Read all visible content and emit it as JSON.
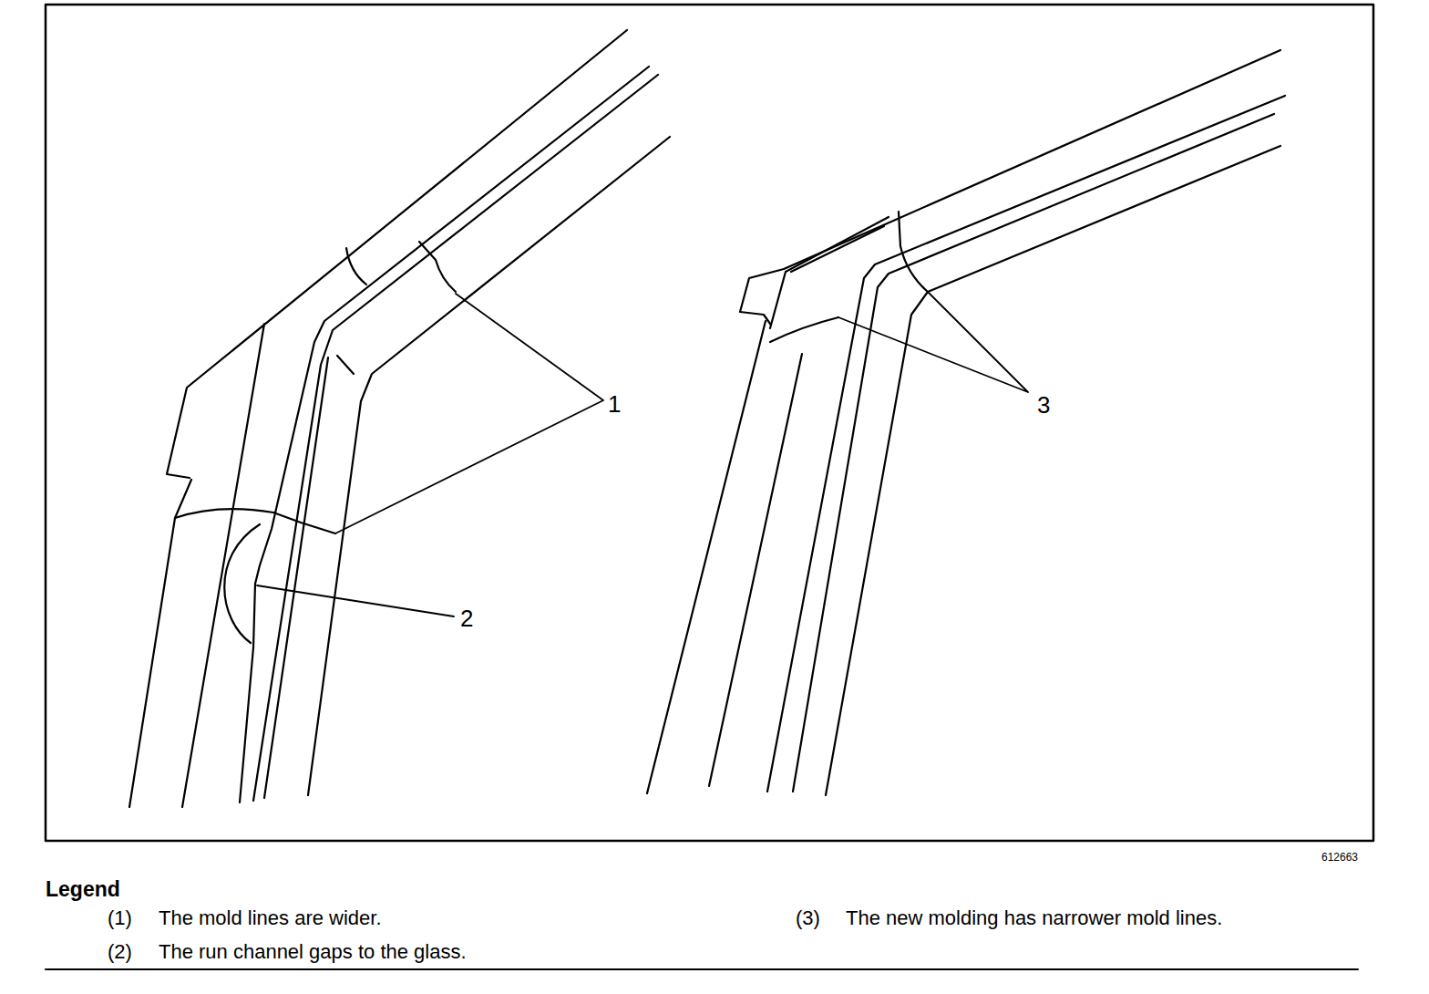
{
  "diagram": {
    "labels": [
      "1",
      "2",
      "3",
      "612663",
      "Legend",
      "(1)",
      "(2)",
      "(3)"
    ],
    "legend": [
      {
        "text": "The mold lines are wider."
      },
      {
        "text": "The run channel gaps to the glass."
      },
      {
        "text": "The new molding has narrower mold lines."
      }
    ]
  }
}
